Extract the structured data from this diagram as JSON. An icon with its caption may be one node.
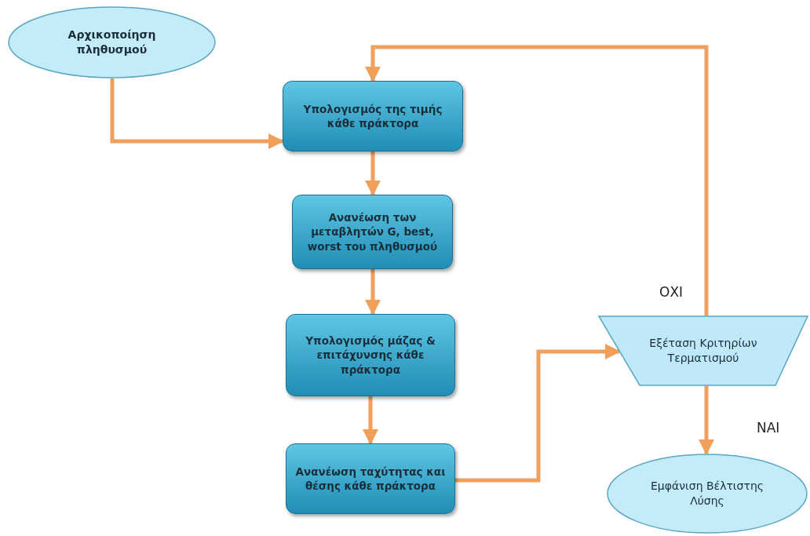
{
  "diagram": {
    "nodes": [
      {
        "text": [
          "Αρχικοποίηση πληθυσμού"
        ]
      },
      {
        "text": [
          "Υπολογισμός της τιμής κάθε πράκτορα"
        ]
      },
      {
        "text": [
          "Ανανέωση των μεταβλητών G, best, worst του πληθυσμού"
        ]
      },
      {
        "text": [
          "Υπολογισμός μάζας & επιτάχυνσης κάθε πράκτορα"
        ]
      },
      {
        "text": [
          "Ανανέωση ταχύτητας και θέσης κάθε πράκτορα"
        ]
      },
      {
        "text": [
          "Εξέταση Κριτηρίων Τερματισμού"
        ]
      },
      {
        "text": [
          "Εμφάνιση Βέλτιστης Λύσης"
        ]
      }
    ],
    "edges": [
      {
        "from": 0,
        "to": 1,
        "arrow": "to"
      },
      {
        "from": 1,
        "to": 2,
        "arrow": "to"
      },
      {
        "from": 2,
        "to": 3,
        "arrow": "to"
      },
      {
        "from": 3,
        "to": 4,
        "arrow": "to"
      },
      {
        "from": 4,
        "to": 5,
        "arrow": "to"
      },
      {
        "from": 5,
        "to": 1,
        "arrow": "to",
        "label": "ΟΧΙ"
      },
      {
        "from": 5,
        "to": 6,
        "arrow": "to",
        "label": "ΝΑΙ"
      }
    ]
  }
}
